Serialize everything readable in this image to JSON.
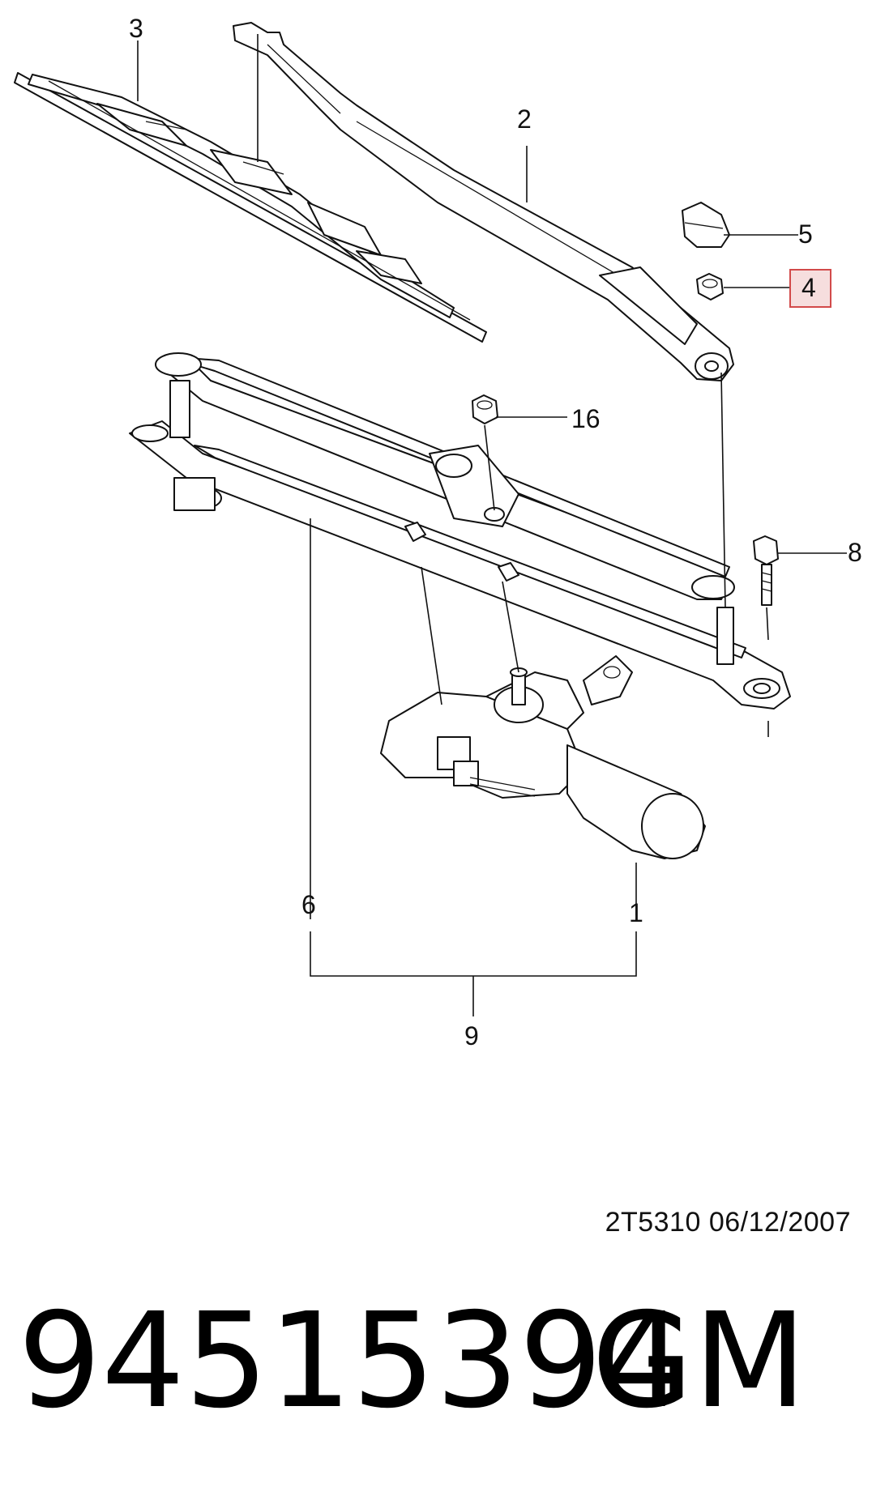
{
  "callouts": {
    "c1": "1",
    "c2": "2",
    "c3": "3",
    "c4": "4",
    "c5": "5",
    "c6": "6",
    "c8": "8",
    "c9": "9",
    "c16": "16"
  },
  "highlight": {
    "callout": "4",
    "color": "#d24a4a",
    "fill": "#f6dede"
  },
  "footer": {
    "reference_code": "2T5310  06/12/2007",
    "part_number": "94515394",
    "brand": "GM"
  }
}
